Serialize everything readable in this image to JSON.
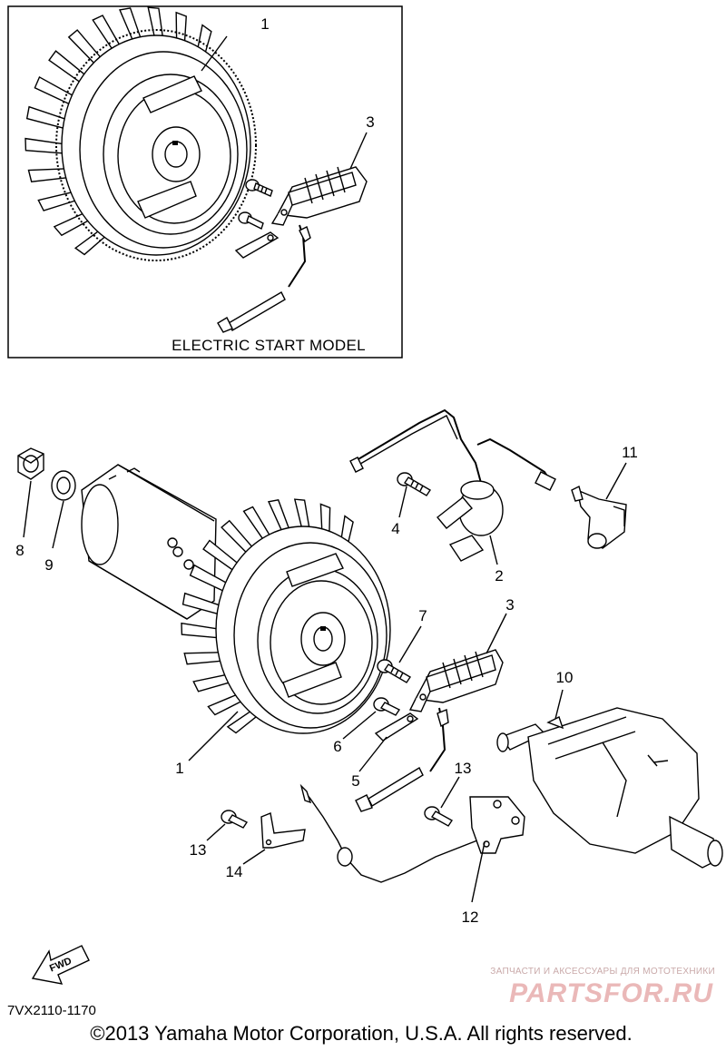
{
  "inset": {
    "title": "ELECTRIC START MODEL",
    "callouts": {
      "flywheel": "1",
      "charge_coil": "3"
    }
  },
  "callouts": {
    "flywheel": "1",
    "ignition_coil": "2",
    "charge_coil": "3",
    "screw_coil": "4",
    "lead_clamp": "5",
    "screw_clamp": "6",
    "screw_charge": "7",
    "nut": "8",
    "washer": "9",
    "woodruff_key": "10",
    "plug_cap": "11",
    "oil_sensor": "12",
    "bolt_right": "13",
    "bolt_left": "13",
    "bracket": "14"
  },
  "fwd_label": "FWD",
  "diagram_code": "7VX2110-1170",
  "copyright": "©2013 Yamaha Motor Corporation, U.S.A. All rights reserved.",
  "watermark": {
    "line1": "ЗАПЧАСТИ И АКСЕССУАРЫ ДЛЯ МОТОТЕХНИКИ",
    "line2": "PARTSFOR.RU"
  }
}
